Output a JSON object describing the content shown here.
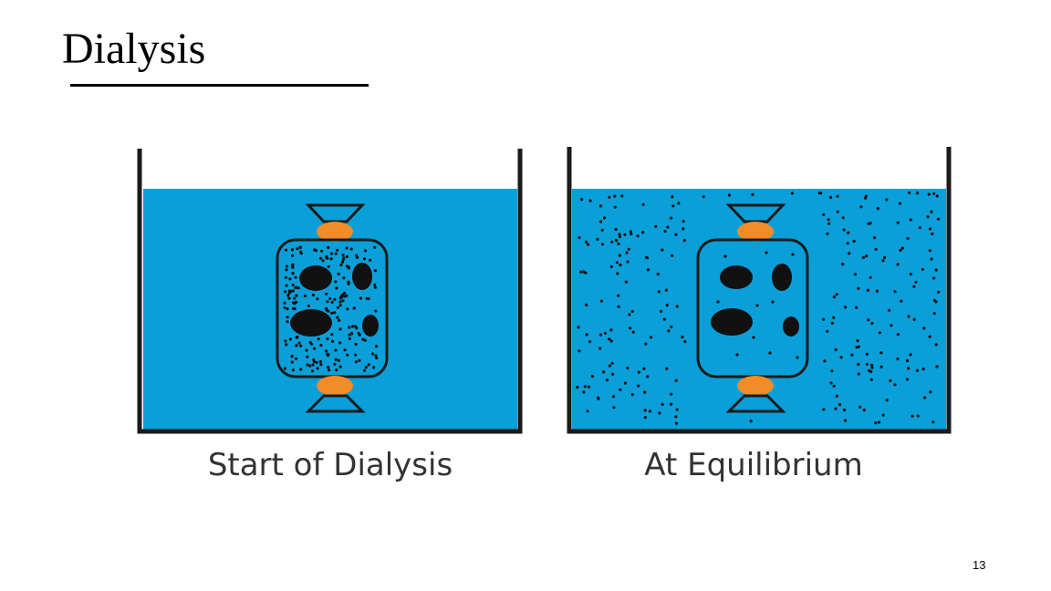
{
  "slide": {
    "title": "Dialysis",
    "page_number": "13"
  },
  "diagram": {
    "panels": [
      {
        "caption": "Start of Dialysis"
      },
      {
        "caption": "At Equilibrium"
      }
    ],
    "colors": {
      "water": "#0a9fd8",
      "clip": "#f28c28",
      "outline": "#1a1a1a",
      "particle": "#111111",
      "caption": "#333333"
    }
  }
}
